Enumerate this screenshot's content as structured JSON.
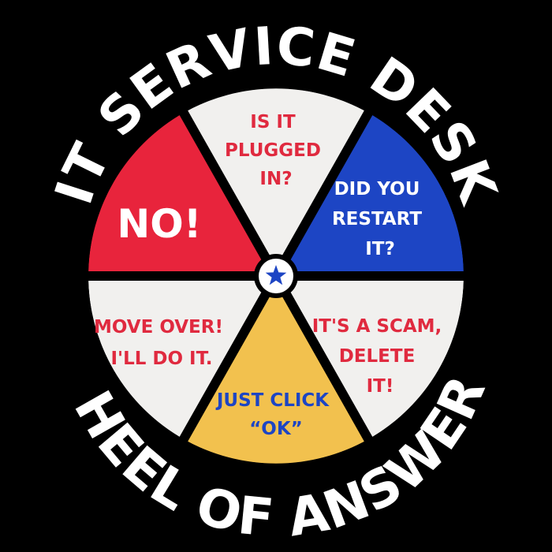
{
  "title_top": "IT SERVICE DESK",
  "title_bottom": "WHEEL OF ANSWERS",
  "center_icon": "star-icon",
  "colors": {
    "background": "#000000",
    "white_slice": "#f1f0ee",
    "red_slice": "#e8243c",
    "blue_slice": "#1d45c4",
    "yellow_slice": "#f2c14e",
    "red_text": "#e02a3f",
    "blue_text": "#1d45c4",
    "white_text": "#ffffff",
    "star": "#1d45c4"
  },
  "slices": [
    {
      "id": "plugged-in",
      "lines": [
        "IS IT",
        "PLUGGED",
        "IN?"
      ]
    },
    {
      "id": "restart",
      "lines": [
        "DID YOU",
        "RESTART",
        "IT?"
      ]
    },
    {
      "id": "scam",
      "lines": [
        "IT'S A SCAM,",
        "DELETE",
        "IT!"
      ]
    },
    {
      "id": "click-ok",
      "lines": [
        "JUST CLICK",
        "“OK”"
      ]
    },
    {
      "id": "move-over",
      "lines": [
        "MOVE OVER!",
        "I'LL DO IT."
      ]
    },
    {
      "id": "no",
      "lines": [
        "NO!"
      ]
    }
  ]
}
